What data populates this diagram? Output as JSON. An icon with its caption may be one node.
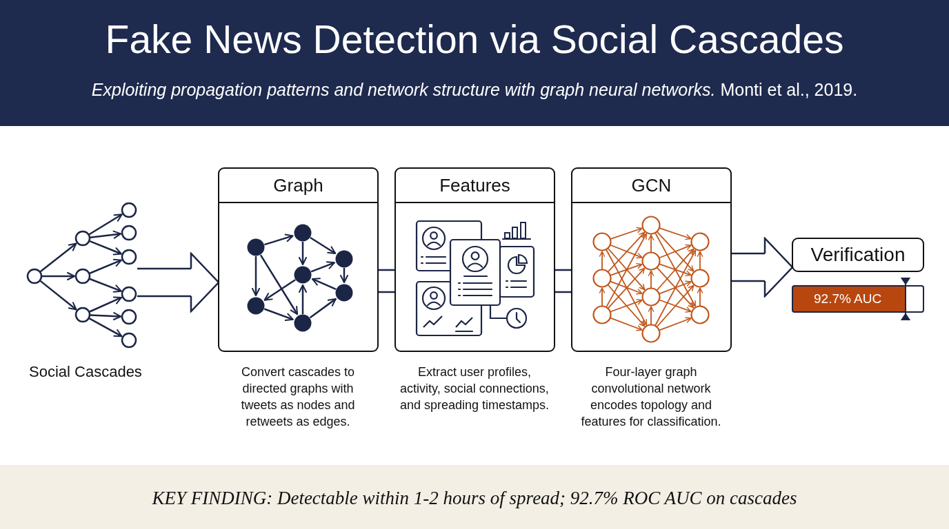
{
  "diagram": {
    "title": "Fake News Detection via Social Cascades",
    "nodes": [
      {
        "text": [],
        "shape": "picture",
        "beside": [
          "Social Cascades"
        ]
      },
      {
        "text": [
          "Graph"
        ],
        "beside": [
          "Convert cascades to directed graphs with tweets as nodes and retweets as edges."
        ]
      },
      {
        "text": [
          "Features"
        ],
        "beside": [
          "Extract user profiles, activity, social connections, and spreading timestamps."
        ]
      },
      {
        "text": [
          "GCN"
        ],
        "beside": [
          "Four-layer graph convolutional network encodes topology and features for classification."
        ]
      },
      {
        "text": [
          "Verification"
        ]
      },
      {
        "text": [
          "92.7% AUC"
        ]
      }
    ],
    "edges": [
      {
        "from": 0,
        "to": 1,
        "arrow": "to",
        "style": "thick"
      },
      {
        "from": 1,
        "to": 2,
        "arrow": "none"
      },
      {
        "from": 2,
        "to": 3,
        "arrow": "none"
      },
      {
        "from": 3,
        "to": 4,
        "arrow": "to",
        "style": "thick"
      }
    ],
    "labels": [
      "*Exploiting propagation patterns and network structure with graph neural networks.* Monti et al., 2019.",
      "KEY FINDING: Detectable within 1-2 hours of spread; 92.7% ROC AUC on cascades"
    ]
  }
}
